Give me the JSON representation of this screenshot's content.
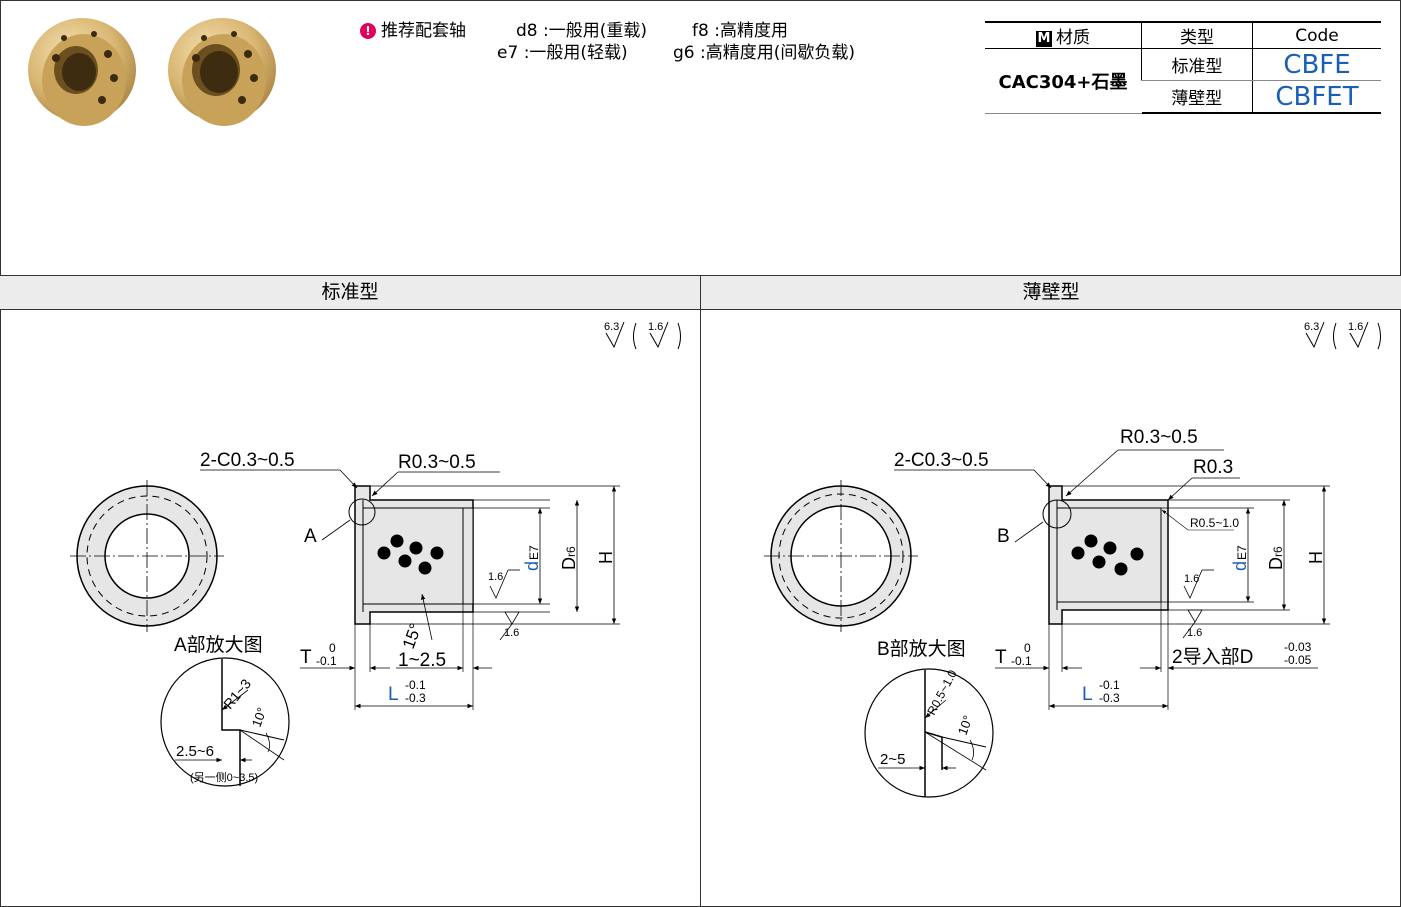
{
  "header": {
    "recommend_label": "推荐配套轴",
    "shafts": [
      {
        "code": "d8",
        "desc": ":一般用(重载)"
      },
      {
        "code": "f8",
        "desc": ":高精度用"
      },
      {
        "code": "e7",
        "desc": ":一般用(轻载)"
      },
      {
        "code": "g6",
        "desc": ":高精度用(间歇负载)"
      }
    ]
  },
  "spec_table": {
    "material_icon": "M",
    "col_material": "材质",
    "col_type": "类型",
    "col_code": "Code",
    "material": "CAC304+石墨",
    "rows": [
      {
        "type": "标准型",
        "code": "CBFE"
      },
      {
        "type": "薄壁型",
        "code": "CBFET"
      }
    ],
    "code_color": "#1a5fb4"
  },
  "sections": {
    "left_title": "标准型",
    "right_title": "薄壁型"
  },
  "left_drawing": {
    "roughness_main": "6.3",
    "roughness_alt": "1.6",
    "chamfer": "2-C0.3~0.5",
    "radius": "R0.3~0.5",
    "detail_mark": "A",
    "d_label": "d",
    "d_tol": "E7",
    "D_label": "D",
    "D_tol": "r6",
    "H_label": "H",
    "roughness_bore": "1.6",
    "roughness_od": "1.6",
    "angle": "15°",
    "range": "1~2.5",
    "T_label": "T",
    "T_tol_upper": "0",
    "T_tol_lower": "-0.1",
    "L_label": "L",
    "L_tol_upper": "-0.1",
    "L_tol_lower": "-0.3",
    "detail_title": "A部放大图",
    "detail_radius": "R1~3",
    "detail_angle": "10°",
    "detail_len": "2.5~6",
    "detail_note": "(另一侧0~3.5)"
  },
  "right_drawing": {
    "roughness_main": "6.3",
    "roughness_alt": "1.6",
    "chamfer": "2-C0.3~0.5",
    "radius_top": "R0.3~0.5",
    "radius2": "R0.3",
    "inner_radius": "R0.5~1.0",
    "detail_mark": "B",
    "d_label": "d",
    "d_tol": "E7",
    "D_label": "D",
    "D_tol": "r6",
    "H_label": "H",
    "roughness_bore": "1.6",
    "roughness_od": "1.6",
    "T_label": "T",
    "T_tol_upper": "0",
    "T_tol_lower": "-0.1",
    "L_label": "L",
    "L_tol_upper": "-0.1",
    "L_tol_lower": "-0.3",
    "lead_label": "2导入部D",
    "lead_tol_upper": "-0.03",
    "lead_tol_lower": "-0.05",
    "detail_title": "B部放大图",
    "detail_radius": "R0.5~1.0",
    "detail_angle": "10°",
    "detail_len": "2~5"
  },
  "colors": {
    "accent_blue": "#1a5fb4",
    "warn": "#e0005a",
    "part_fill": "#e6e6e6",
    "bar_fill": "#ececec"
  }
}
